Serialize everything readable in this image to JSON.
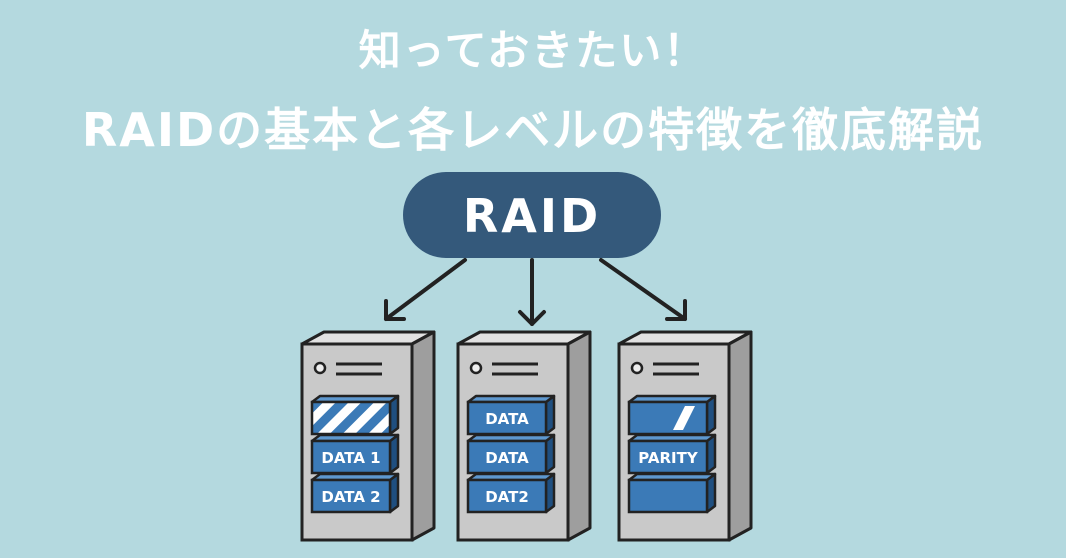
{
  "title": {
    "line1": "知っておきたい！",
    "line2": "RAIDの基本と各レベルの特徴を徹底解説"
  },
  "diagram": {
    "root_label": "RAID",
    "servers": [
      {
        "name": "server-1",
        "drives": [
          {
            "label": "",
            "style": "striped"
          },
          {
            "label": "DATA 1",
            "style": "solid"
          },
          {
            "label": "DATA 2",
            "style": "solid"
          }
        ]
      },
      {
        "name": "server-2",
        "drives": [
          {
            "label": "DATA",
            "style": "solid"
          },
          {
            "label": "DATA",
            "style": "solid"
          },
          {
            "label": "DAT2",
            "style": "solid"
          }
        ]
      },
      {
        "name": "server-3",
        "drives": [
          {
            "label": "",
            "style": "stripe-accent"
          },
          {
            "label": "PARITY",
            "style": "solid"
          },
          {
            "label": "",
            "style": "solid"
          }
        ]
      }
    ]
  },
  "colors": {
    "background": "#b4d9df",
    "badge": "#34597b",
    "server_body": "#c9c9c9",
    "drive_blue": "#3b7ab7",
    "outline": "#222222"
  }
}
